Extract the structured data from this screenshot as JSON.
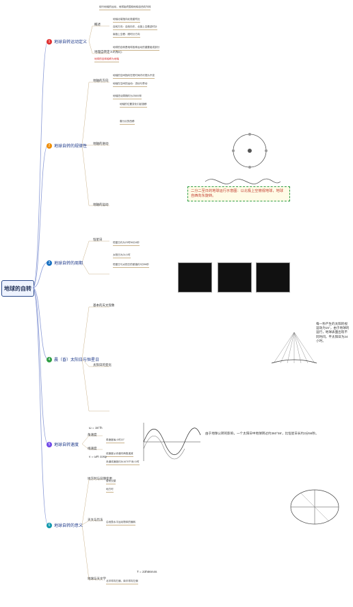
{
  "root": "地球的自转",
  "colors": {
    "accent": "#1e3a8a",
    "branch_a": "#e03131",
    "branch_b": "#f08c00",
    "branch_c": "#1971c2",
    "branch_d": "#2f9e44",
    "branch_e": "#7048e8"
  },
  "branches": [
    {
      "num": "1",
      "label": "地球自转运动定义"
    },
    {
      "num": "2",
      "label": "地球自转的规律性"
    },
    {
      "num": "3",
      "label": "地球自转的周期"
    },
    {
      "num": "4",
      "label": "晨（昏）太阳日与恒星日"
    },
    {
      "num": "5",
      "label": "地球自转速度"
    },
    {
      "num": "6",
      "label": "地球自转的意义"
    }
  ],
  "subs": {
    "s1a": "概述",
    "s1b": "地理自转定义的核心",
    "s2a": "地轴的方向",
    "s2b": "地轴的进动",
    "s2c": "地轴的运动",
    "s3a": "恒星日",
    "s4a": "基本的天文现象",
    "s4b": "太阳日的变化",
    "s5a": "角速度",
    "s5b": "线速度",
    "s6a": "地方时与日期变更",
    "s6b": "天文与历法",
    "s6c": "地球与天文学"
  },
  "leaves": [
    "绕行地轴的运动，地球始终围绕地轴自西向东转",
    "地轴北端指向北极星附近",
    "自转方向：自西向东，北极上空看逆时针",
    "南极上空看：顺时针方向",
    "地球的自转是地球各种运动的重要组成部分",
    "地球的自转轴称为地轴",
    "地轴的空间指向在短时间内可视为不变",
    "地轴在空间的运动：进动与章动",
    "地轴进动周期约为25800年",
    "地轴的位置变化引起极移",
    "春分点的西移",
    "恒星日约为23时56分4秒",
    "太阳日为24小时",
    "恒星日与太阳日的差值约3分56秒",
    "角速度每小时15°",
    "线速度从赤道向两极递减",
    "赤道线速度约为1670千米/小时",
    "昼夜交替",
    "地方时",
    "沿地表水平运动物体的偏转",
    "北半球向右偏，南半球向左偏"
  ],
  "notes": {
    "callout": "二分二至日的地球运行示意图：以北极上空俯视地球，地球自西向东旋转。",
    "side": "每一秒产生的太阳的视运动为15°，由于地球的运行，地球表面出现不同时间，平太阳日为24小时。",
    "bottom": "由于地球公转的影响，一个太阳日中地球转过约360°59′，比恒星日长约3分56秒。"
  },
  "formulas": {
    "f1": "ω = 15°/h",
    "f2": "v = ωR cosφ",
    "f3": "T = 23h56m4s"
  }
}
